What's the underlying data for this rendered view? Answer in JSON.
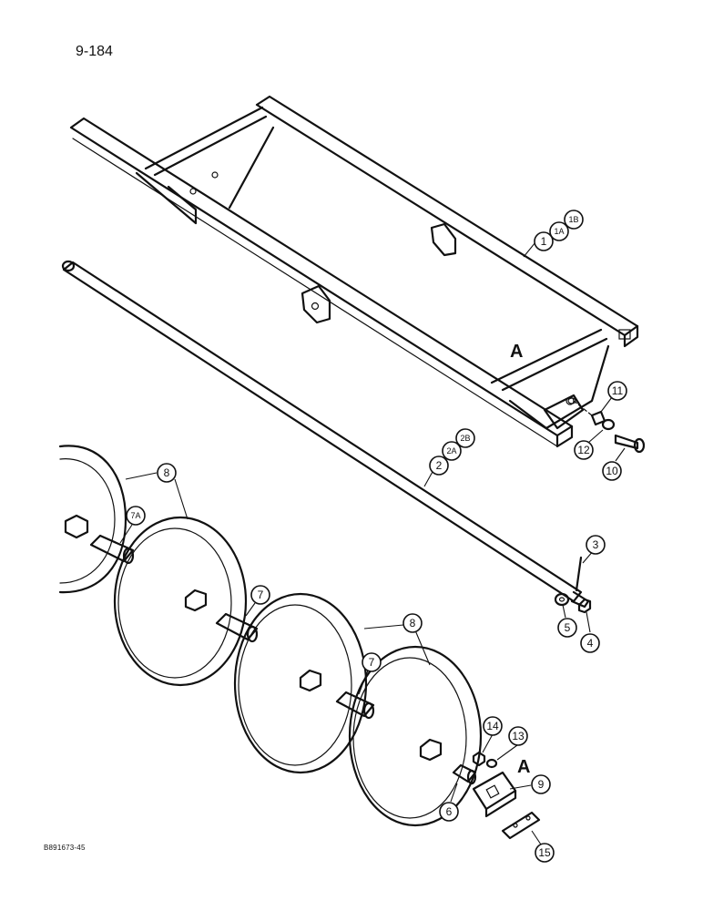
{
  "page_number": "9-184",
  "drawing_code": "B891673-45",
  "view_labels": {
    "frame": "A",
    "plate": "A"
  },
  "callouts": {
    "c1": "1",
    "c1a": "1A",
    "c1b": "1B",
    "c2": "2",
    "c2a": "2A",
    "c2b": "2B",
    "c3": "3",
    "c4": "4",
    "c5": "5",
    "c6": "6",
    "c7a": "7A",
    "c7_upper": "7",
    "c7_lower": "7",
    "c8_left": "8",
    "c8_right": "8",
    "c9": "9",
    "c10": "10",
    "c11": "11",
    "c12": "12",
    "c13": "13",
    "c14": "14",
    "c15": "15"
  }
}
